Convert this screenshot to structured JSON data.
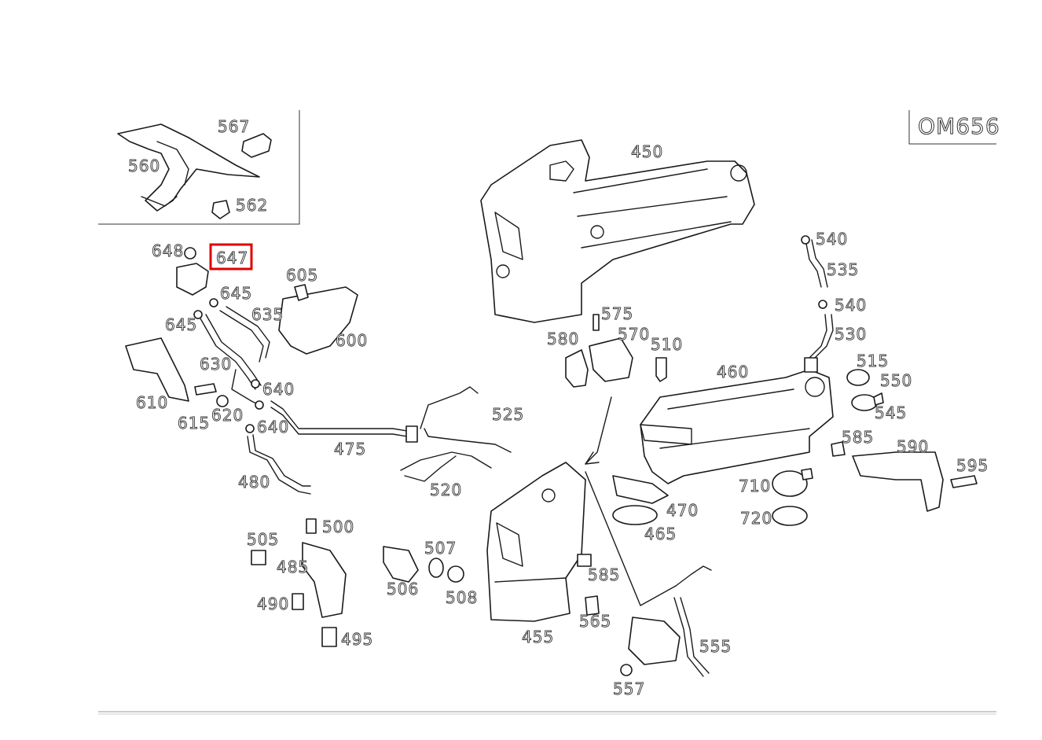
{
  "engine_code": "OM656",
  "highlight_color": "#e00000",
  "highlighted_part": "647",
  "parts": {
    "p450": "450",
    "p460": "460",
    "p455": "455",
    "p465": "465",
    "p470": "470",
    "p475": "475",
    "p480": "480",
    "p485": "485",
    "p490": "490",
    "p495": "495",
    "p500": "500",
    "p505": "505",
    "p506": "506",
    "p507": "507",
    "p508": "508",
    "p510": "510",
    "p515": "515",
    "p520": "520",
    "p525": "525",
    "p530": "530",
    "p535": "535",
    "p540a": "540",
    "p540b": "540",
    "p545": "545",
    "p550": "550",
    "p555": "555",
    "p557": "557",
    "p560": "560",
    "p562": "562",
    "p565": "565",
    "p567": "567",
    "p570": "570",
    "p575": "575",
    "p580": "580",
    "p585a": "585",
    "p585b": "585",
    "p590": "590",
    "p595": "595",
    "p600": "600",
    "p605": "605",
    "p610": "610",
    "p615": "615",
    "p620": "620",
    "p630": "630",
    "p635": "635",
    "p640a": "640",
    "p640b": "640",
    "p645a": "645",
    "p645b": "645",
    "p647": "647",
    "p648": "648",
    "p710": "710",
    "p720": "720"
  }
}
